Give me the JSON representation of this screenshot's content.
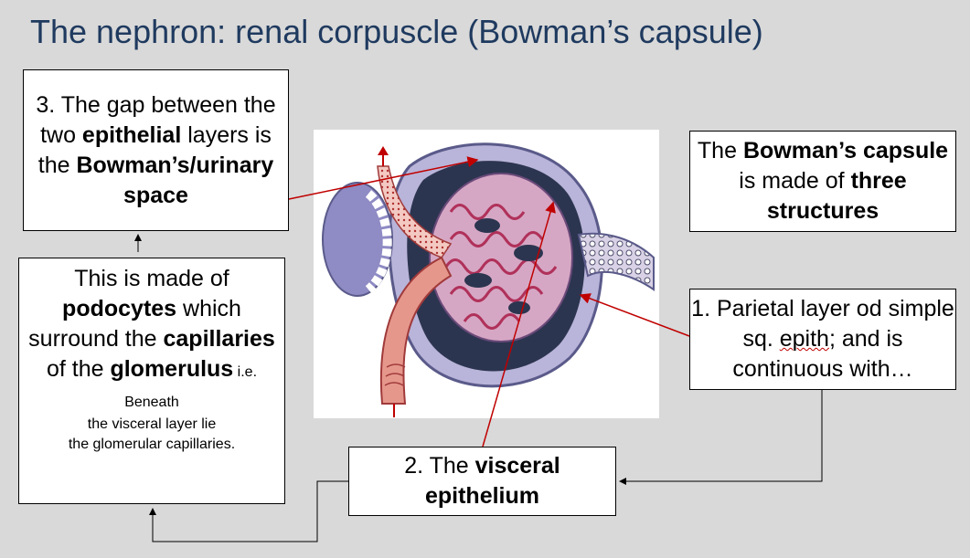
{
  "title": "The nephron: renal corpuscle (Bowman’s capsule)",
  "box3": {
    "t1": "3. The gap between the two ",
    "b1": "epithelial",
    "t2": " layers is the ",
    "b2": "Bowman’s/urinary space"
  },
  "box_podocytes": {
    "t1": "This is made of ",
    "b1": "podocytes",
    "t2": " which surround the ",
    "b2": "capillaries",
    "t3": " of the ",
    "b3": "glomerulus",
    "small1": " i.e. Beneath",
    "small2": "the visceral layer lie",
    "small3": "the glomerular capillaries."
  },
  "box_bowman": {
    "t1": "The ",
    "b1": "Bowman’s capsule",
    "t2": " is made of ",
    "b2": "three structures"
  },
  "box1": {
    "t1": "1. Parietal layer od simple sq. ",
    "wavy": "epith",
    "t2": "; and is continuous with…"
  },
  "box2": {
    "t1": "2. The ",
    "b1": "visceral epithelium"
  },
  "colors": {
    "title": "#1f3a5f",
    "arrow_red": "#c00000",
    "background": "#d9d9d9"
  }
}
